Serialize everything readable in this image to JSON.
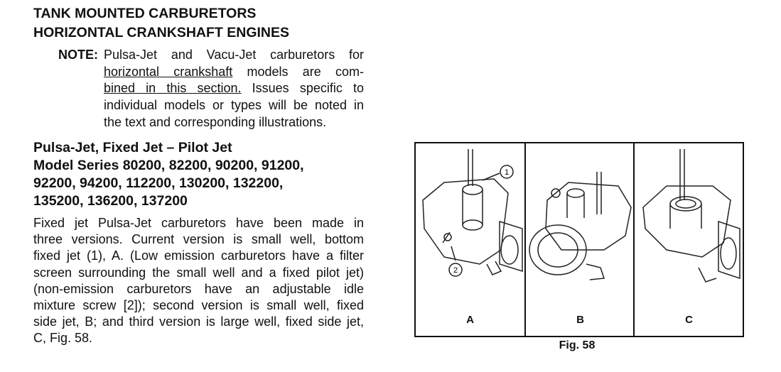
{
  "title_lines": [
    "TANK MOUNTED CARBURETORS",
    "HORIZONTAL CRANKSHAFT ENGINES"
  ],
  "note": {
    "label": "NOTE:",
    "lines": [
      "Pulsa-Jet and Vacu-Jet carburetors for",
      "horizontal crankshaft",
      " models are com-",
      "bined in this section.",
      " Issues specific to",
      "individual models or types will be noted in",
      "the text and corresponding illustrations."
    ]
  },
  "section_heading_lines": [
    "Pulsa-Jet, Fixed Jet – Pilot Jet",
    "Model Series 80200, 82200, 90200, 91200,",
    "92200, 94200, 112200, 130200, 132200,",
    "135200, 136200, 137200"
  ],
  "body_lines": [
    "Fixed jet Pulsa-Jet carburetors have been made in",
    "three versions. Current version is small well, bottom",
    "fixed jet (1), A. (Low emission carburetors have a filter",
    "screen surrounding the small well and a fixed pilot jet)",
    "(non-emission carburetors have an adjustable idle",
    "mixture screw [2]); second version is small well, fixed",
    "side jet, B; and third version is large well, fixed side jet,",
    "C, Fig. 58."
  ],
  "figure": {
    "panels": [
      "A",
      "B",
      "C"
    ],
    "callouts": [
      "1",
      "2"
    ],
    "caption": "Fig. 58"
  }
}
